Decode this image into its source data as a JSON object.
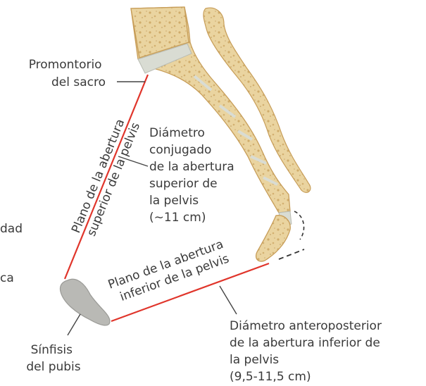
{
  "colors": {
    "plane_line": "#e0352b",
    "leader_line": "#444444",
    "bone_fill": "#ead4a0",
    "bone_spot": "#b98a40",
    "bone_edge": "#c79d58",
    "disc_fill": "#d9dcd3",
    "pubis_fill": "#b9b9b5",
    "text": "#3a3a3a",
    "background": "#ffffff"
  },
  "labels": {
    "promontory": [
      "Promontorio",
      "del sacro"
    ],
    "conjugate": [
      "Diámetro",
      "conjugado",
      "de la abertura",
      "superior de",
      "la pelvis",
      "(∼11 cm)"
    ],
    "plane_superior": [
      "Plano de la abertura",
      "superior de la pelvis"
    ],
    "plane_inferior": [
      "Plano de la abertura",
      "inferior de la pelvis"
    ],
    "anteroposterior": [
      "Diámetro anteroposterior",
      "de la abertura inferior de",
      "la pelvis",
      "(9,5-11,5 cm)"
    ],
    "symphysis": [
      "Sínfisis",
      "del pubis"
    ]
  },
  "cropped_text": [
    "dad",
    "ca"
  ],
  "structures": {
    "sacrum": "sacrum-bone",
    "coccyx": "coccyx-bone",
    "pubis": "pubic-symphysis-bone",
    "ligament": "sacrotuberous-ligament"
  }
}
